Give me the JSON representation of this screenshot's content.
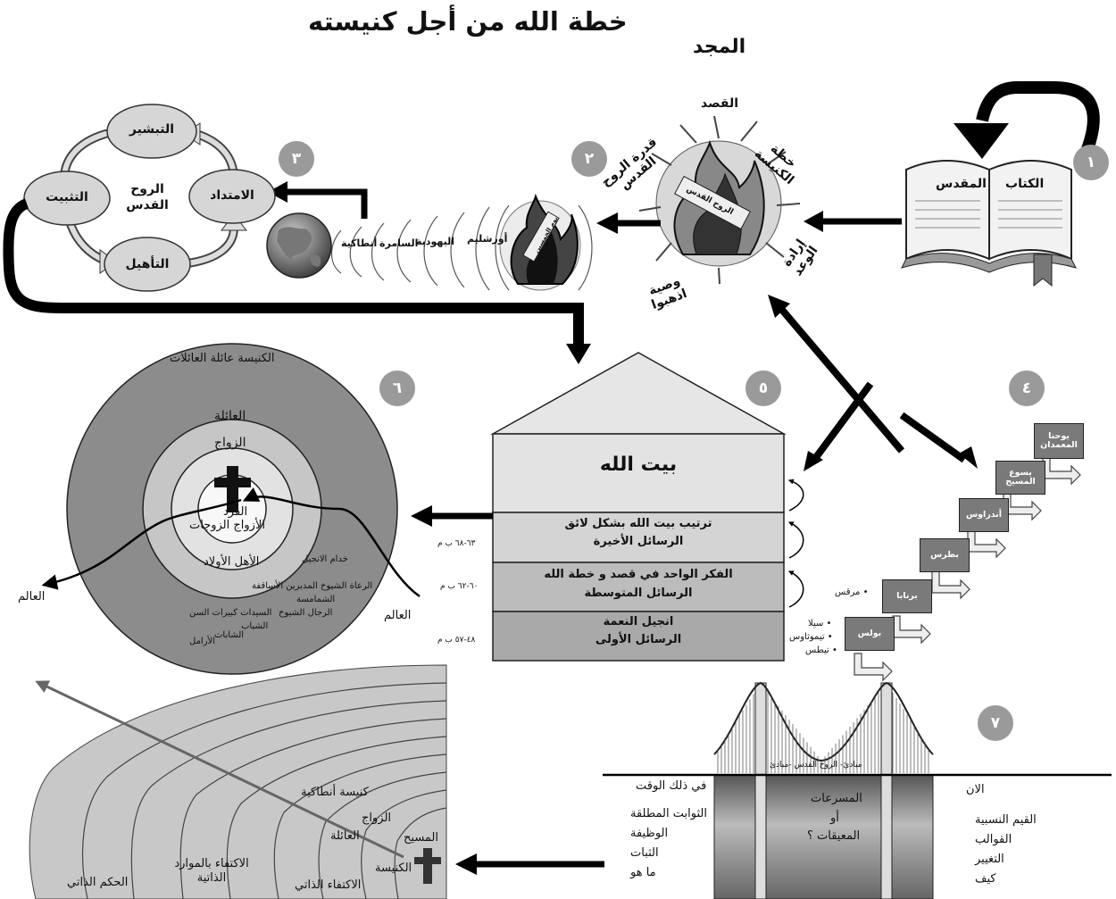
{
  "title": "خطة الله من أجل كنيسته",
  "glory": "المجد",
  "step_numbers": [
    "١",
    "٢",
    "٣",
    "٤",
    "٥",
    "٦",
    "٧"
  ],
  "bible": {
    "book_left": "الكتاب",
    "book_right": "المقدس"
  },
  "fire": {
    "purpose": "القصد",
    "church_plan": "خطة الكنيسة",
    "spirit_power": "قدرة الروح القدس",
    "will_promise": "إرادة الوعد",
    "go_commandment": "وصية اذهبوا",
    "banner_main": "الروح القدس",
    "banner_small": "يوم الخمسين"
  },
  "route": {
    "cities": [
      "أورشليم",
      "اليهودية",
      "السامرة",
      "أنطاكية"
    ]
  },
  "cycle": {
    "center": "الروح القدس",
    "evangelism": "التبشير",
    "establishment": "التثبيت",
    "extension": "الامتداد",
    "qualification": "التأهيل"
  },
  "apostles": [
    "يوحنا المعمدان",
    "يسوع المسيح",
    "أندراوس",
    "بطرس",
    "برنابا",
    "بولس"
  ],
  "companions": {
    "mark": "مرقس",
    "list": [
      "سيلا",
      "تيموثاوس",
      "تيطس"
    ]
  },
  "house": {
    "title": "بيت الله",
    "floors": [
      {
        "line1": "ترتيب بيت الله بشكل لائق",
        "line2": "الرسائل الأخيرة",
        "dates": "٦٣-٦٨ ب م"
      },
      {
        "line1": "الفكر الواحد في قصد و خطة الله",
        "line2": "الرسائل المتوسطة",
        "dates": "٦٠-٦٢ ب م"
      },
      {
        "line1": "انجيل النعمة",
        "line2": "الرسائل الأولى",
        "dates": "٤٨-٥٧ ب م"
      }
    ]
  },
  "family_circle": {
    "title": "الكنيسة عائلة العائلات",
    "family": "العائلة",
    "marriage": "الزواج",
    "individual": "الفرد",
    "spouses": "الأزواج الزوجات",
    "parents": "الأهل الأولاد",
    "servants": "خدام الانجيل",
    "shepherds": "الرعاة الشيوخ المدبرين الأساقفة",
    "deacons": "الشمامسة",
    "older_men": "الرجال الشيوخ",
    "older_women": "السيدات كبيرات السن",
    "young_men": "الشباب",
    "young_women": "الشابات",
    "widows": "الأرامل",
    "world_left": "العالم",
    "world_right": "العالم"
  },
  "bridge": {
    "principles": "مبادئ- الروح القدس -مبادئ",
    "then": "في ذلك الوقت",
    "now": "الان",
    "left_list": [
      "الثوابت المطلقة",
      "الوظيفة",
      "الثبات",
      "ما هو"
    ],
    "middle": [
      "المسرعات",
      "أو",
      "المعيقات ؟"
    ],
    "right_list": [
      "القيم النسبية",
      "القوالب",
      "التغيير",
      "كيف"
    ]
  },
  "spectrum": {
    "church": "الكنيسة",
    "christ": "المسيح",
    "marriage": "الزواج",
    "antioch_church": "كنيسة أنطاكية",
    "family": "العائلة",
    "self_sufficiency": "الاكتفاء الذاتي",
    "self_resources": "الاكتفاء بالموارد الذاتية",
    "self_rule": "الحكم الذاتي"
  }
}
